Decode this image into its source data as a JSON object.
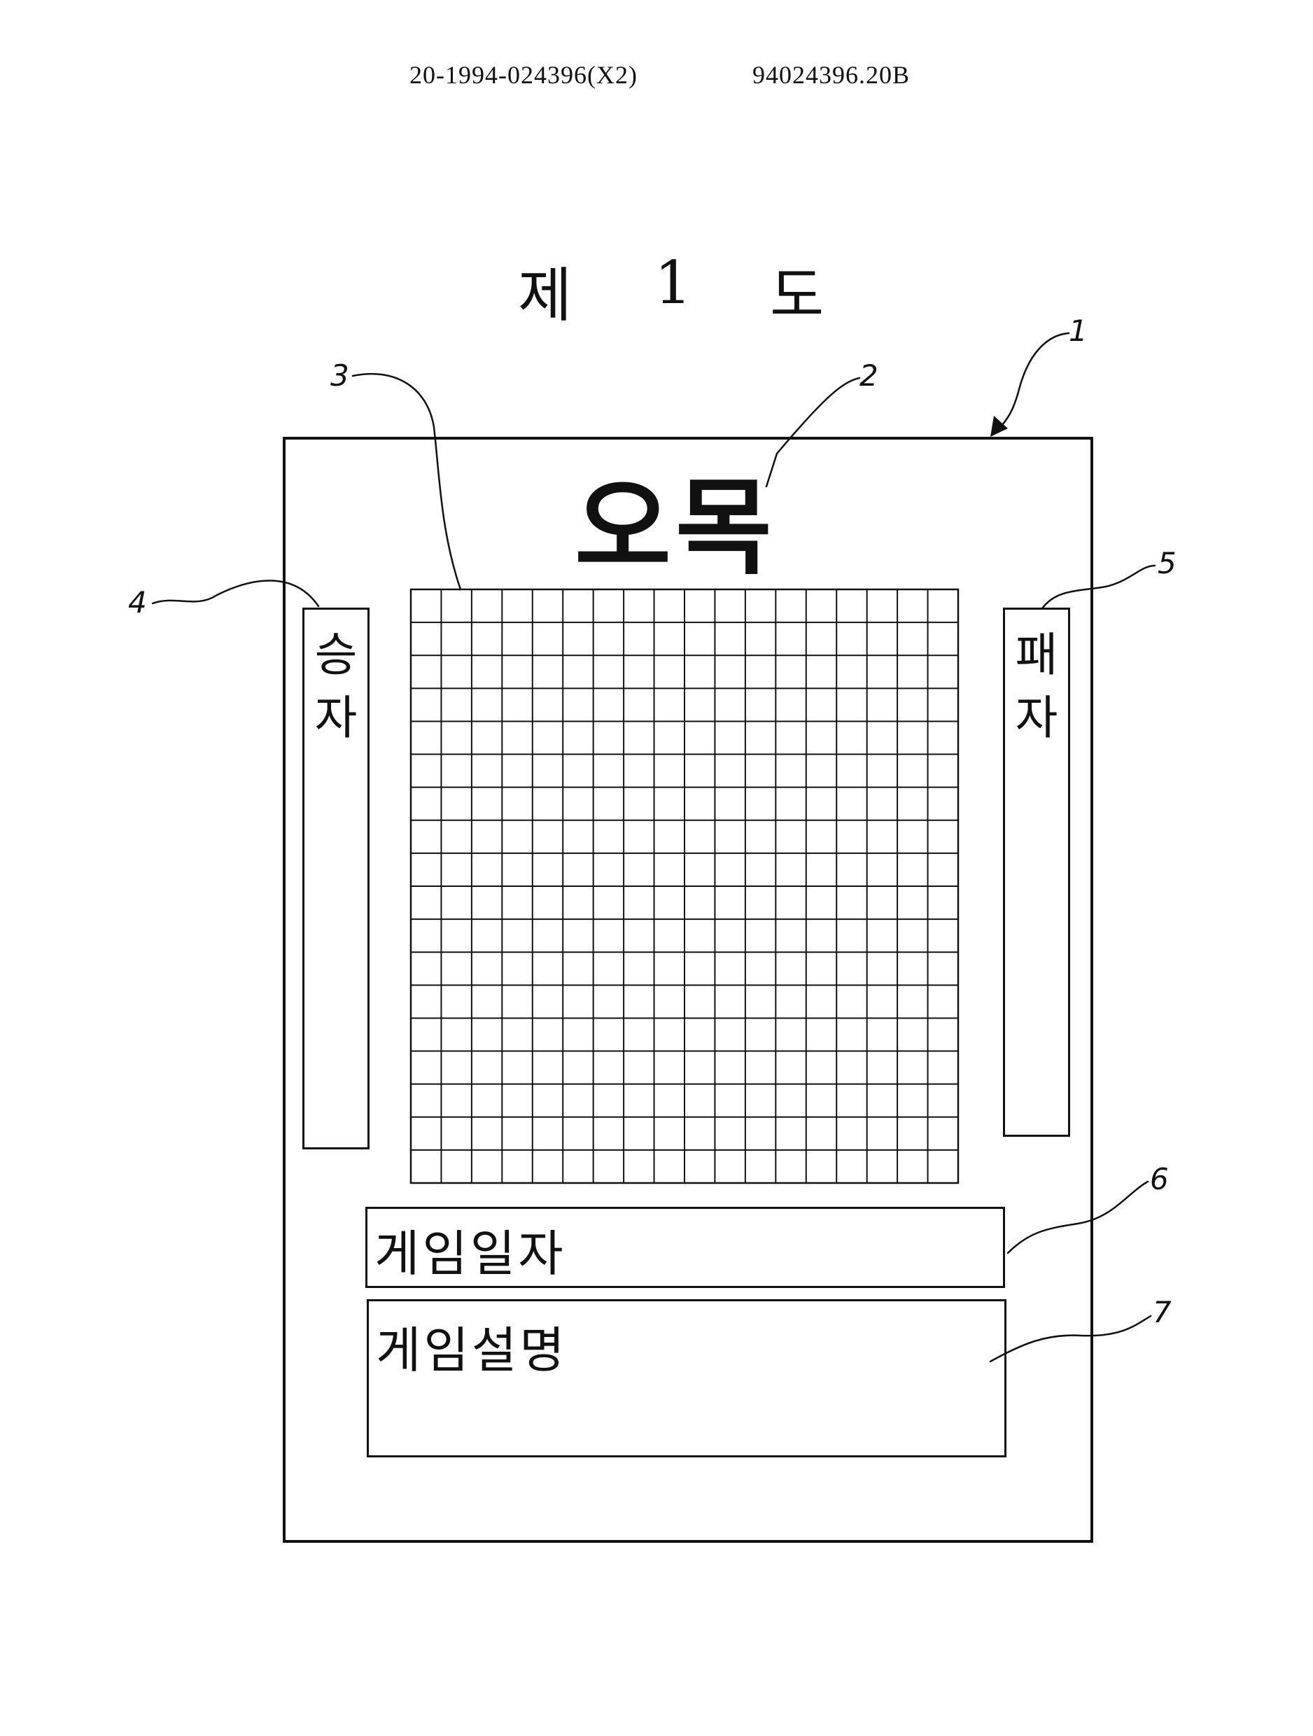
{
  "header": {
    "doc_number": "20-1994-024396(X2)",
    "file_code": "94024396.20B"
  },
  "figure": {
    "title_chars": [
      "제",
      "1",
      "도"
    ]
  },
  "diagram": {
    "board_title": "오목",
    "winner_label": "승\n자",
    "loser_label": "패\n자",
    "game_date_label": "게임일자",
    "game_description_label": "게임설명",
    "grid": {
      "rows": 18,
      "cols": 18
    },
    "reference_numerals": {
      "sheet": "1",
      "title": "2",
      "board": "3",
      "winner": "4",
      "loser": "5",
      "date": "6",
      "description": "7"
    }
  }
}
